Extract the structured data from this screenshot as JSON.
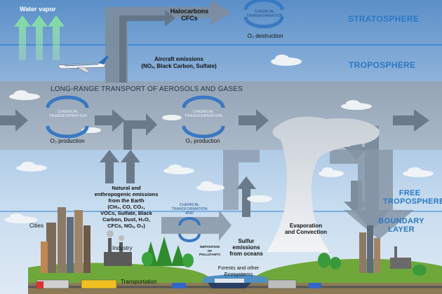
{
  "layers": {
    "stratosphere": "STRATOSPHERE",
    "troposphere": "TROPOSPHERE",
    "free_troposphere": "FREE\nTROPOSPHERE",
    "boundary_layer": "BOUNDARY\nLAYER"
  },
  "labels": {
    "water_vapor": "Water vapor",
    "halocarbons": "Halocarbons\nCFCs",
    "ozone_destruction": "O₃ destruction",
    "aircraft": "Aircraft emissions\n(NOₓ, Black Carbon, Sulfate)",
    "long_range": "LONG-RANGE TRANSPORT OF AEROSOLS AND GASES",
    "ozone_production_1": "O₃ production",
    "ozone_production_2": "O₃ production",
    "emissions": "Natural and\nenthropogenic emissions\nfrom the Earth\n(CH₄, CO, CO₂,\nVOCs, Sulfate, Black\nCarbon, Dust, H₂O,\nCFCs, NOₓ, O₃)",
    "sulfur": "Sulfur\nemissions\nfrom oceans",
    "evaporation": "Evaporation\nand Convection",
    "cities": "Cities",
    "industry": "Industry",
    "transportation": "Transportation",
    "forests": "Forests and other\nEcosystems",
    "deposition": "DEPOSITION\nOF\nPOLLUTANTS"
  },
  "chem_transformation": {
    "top": "CHEMICAL\nTRANSFORMATION",
    "left": "CHEMICAL\nTRANSFORMATION",
    "mid": "CHEMICAL\nTRANSFORMATION",
    "low": "CHEMICAL\nTRANSFORMATION\nAND"
  },
  "colors": {
    "sky_top": "#5b8fc8",
    "sky_mid": "#a9c7e6",
    "band": "#8a9aab",
    "arrow": "#7d8d9e",
    "arrow_dark": "#5f6f80",
    "layer_text": "#2b78c4",
    "cycle": "#3a78c2",
    "ground": "#6fa83a",
    "water": "#4f8fc4"
  }
}
